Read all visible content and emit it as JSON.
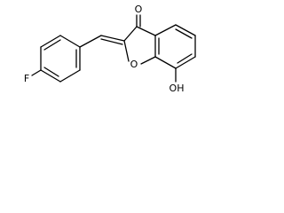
{
  "molecule": {
    "atoms": {
      "fluorine": "F",
      "carbonyl_oxygen": "O",
      "ring_oxygen": "O",
      "hydroxyl": "OH"
    }
  }
}
